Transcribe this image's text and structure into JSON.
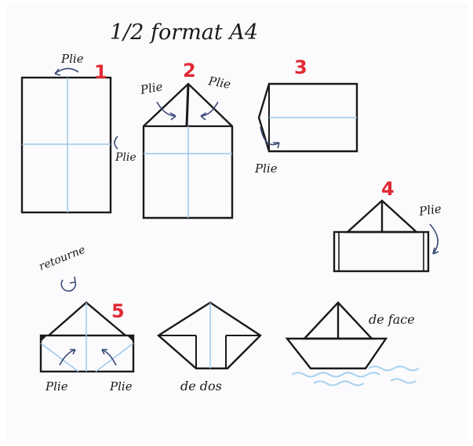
{
  "title": "1/2 format A4",
  "colors": {
    "ink": "#1a1a1a",
    "guide": "#9cc8ea",
    "number": "#e02a35",
    "arrow": "#3b4a78",
    "water": "#a8d2ee"
  },
  "steps": {
    "s1": {
      "number": "1",
      "label_top": "Plie",
      "label_side": "Plie"
    },
    "s2": {
      "number": "2",
      "label_left": "Plie",
      "label_right": "Plie"
    },
    "s3": {
      "number": "3",
      "label": "Plie"
    },
    "s4": {
      "number": "4",
      "label": "Plie"
    },
    "s5": {
      "number": "5",
      "label_turn": "retourne",
      "label_left": "Plie",
      "label_right": "Plie"
    },
    "s6": {
      "label": "de dos"
    },
    "s7": {
      "label": "de face"
    }
  }
}
